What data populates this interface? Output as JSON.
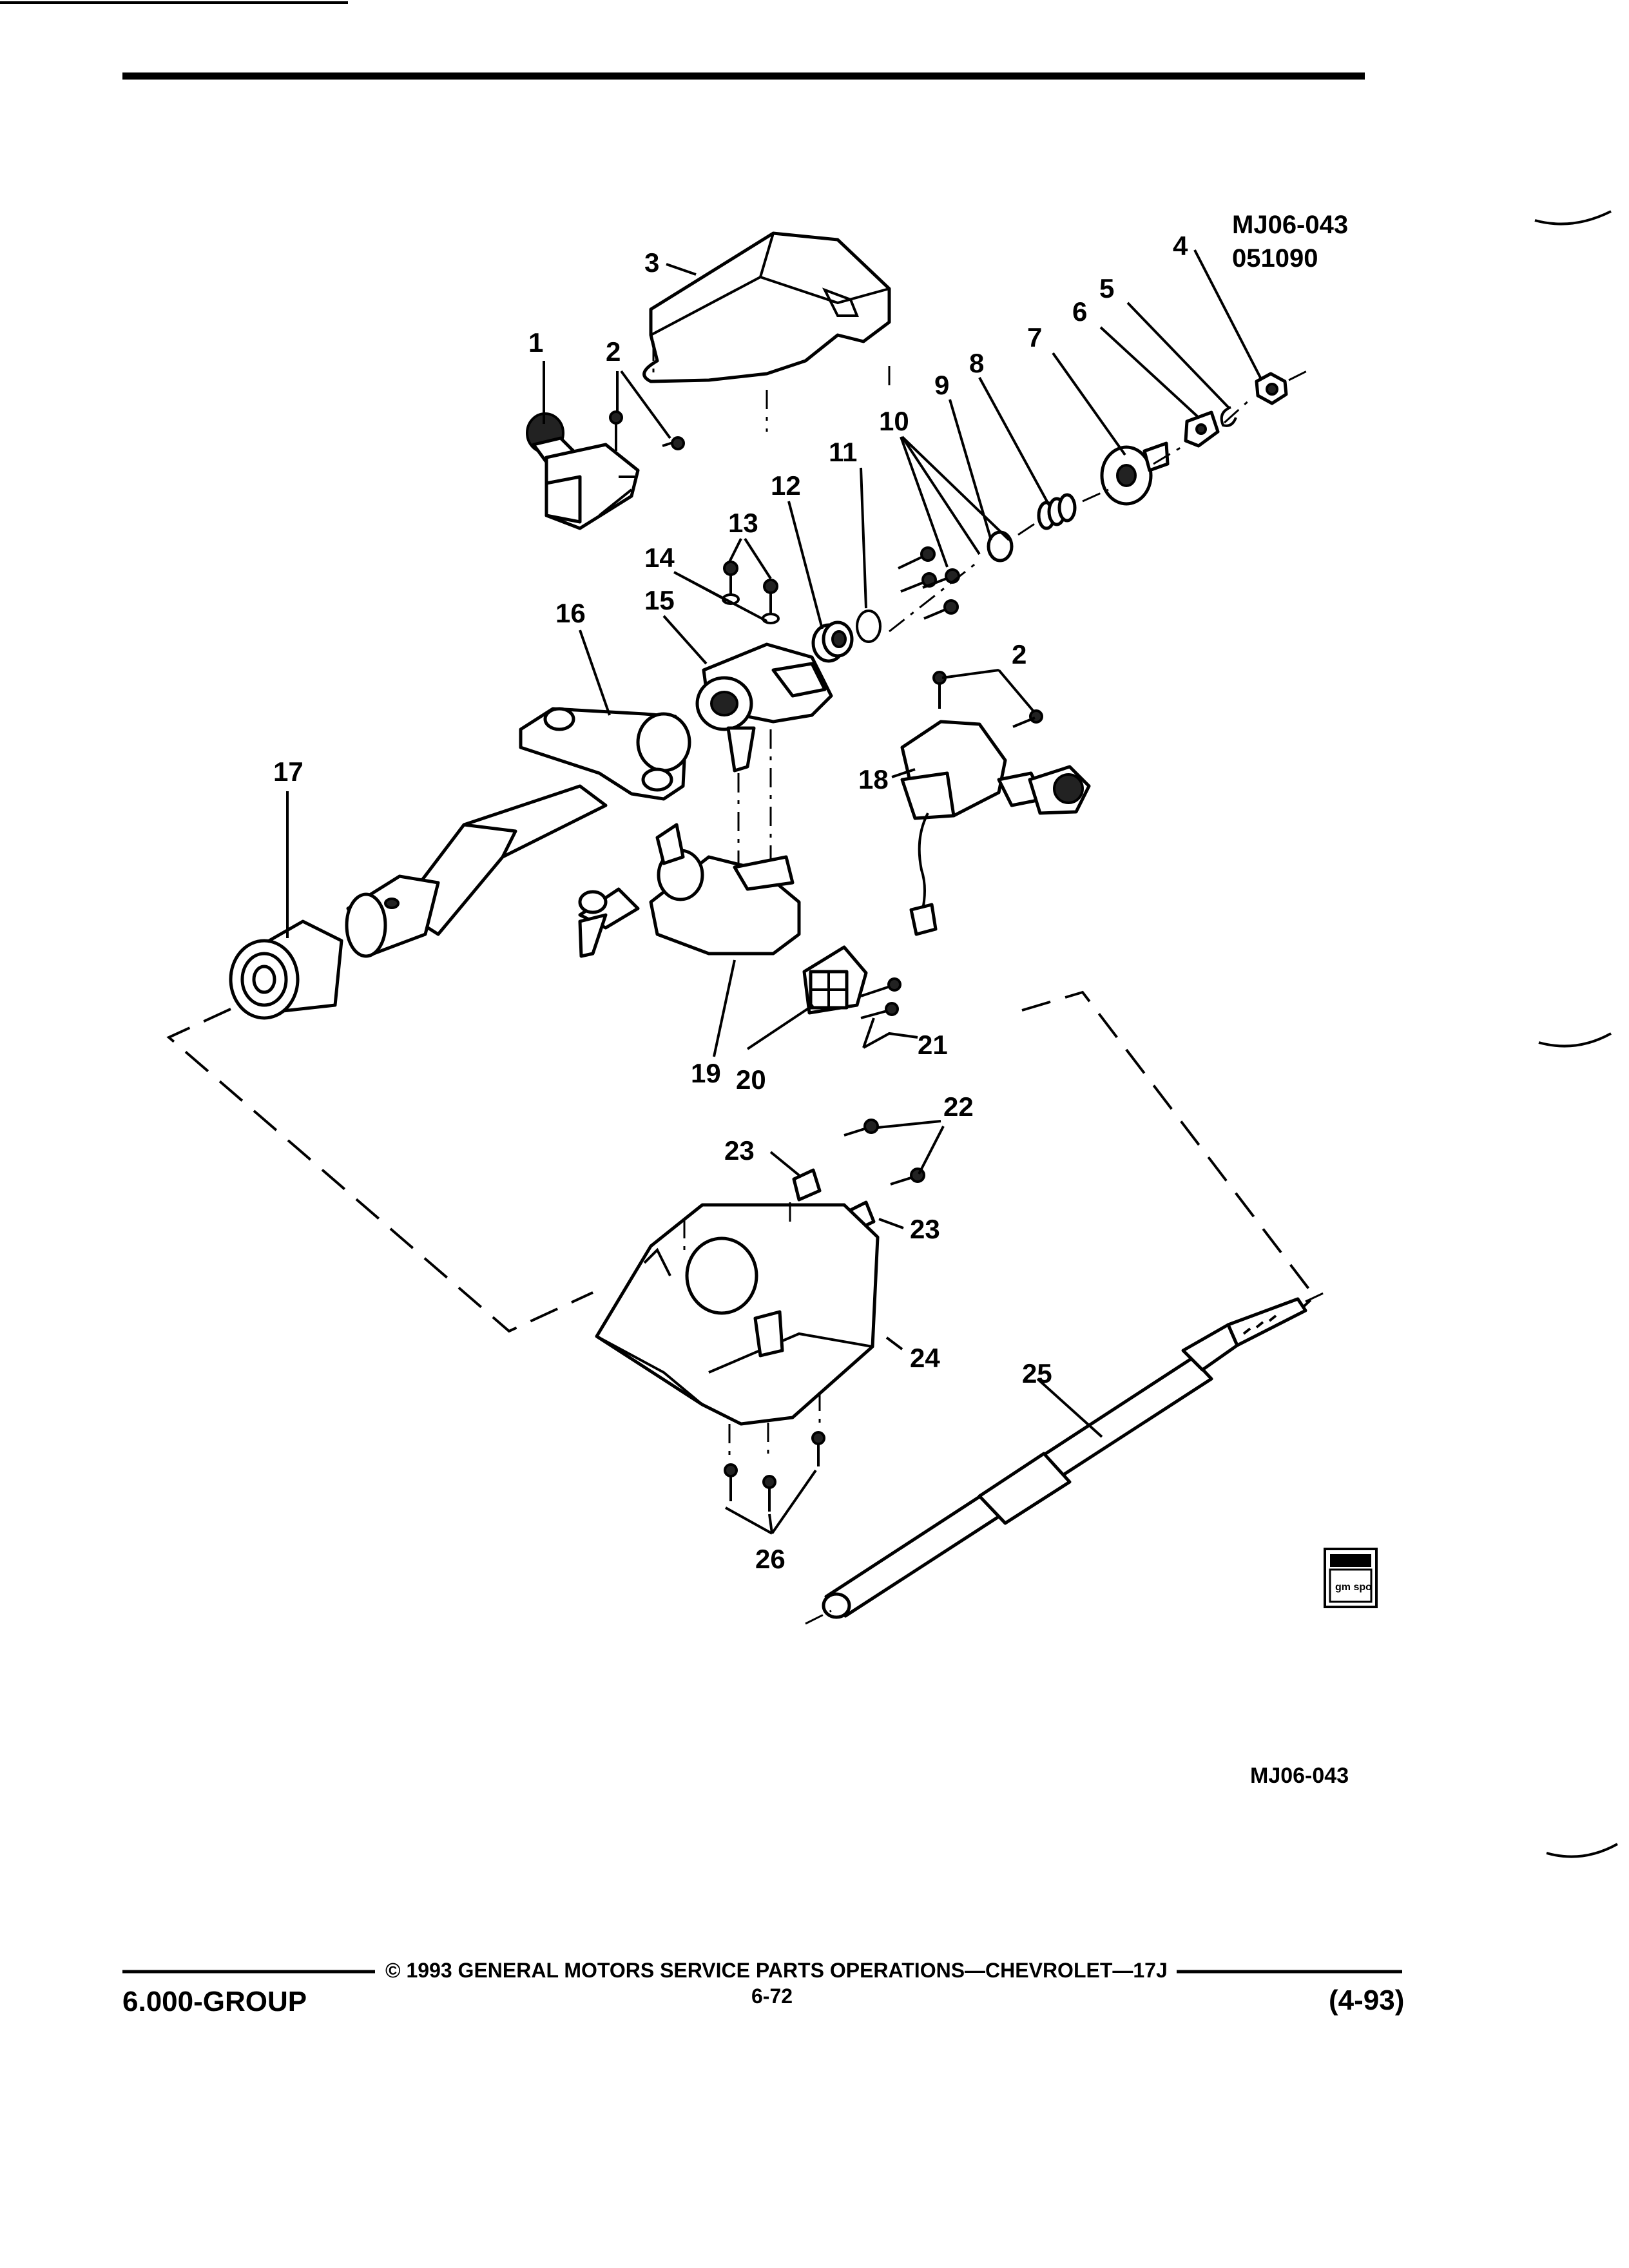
{
  "figure": {
    "code_top": "MJ06-043",
    "date_code": "051090",
    "code_bottom": "MJ06-043",
    "logo_text": "gm spo",
    "callouts": {
      "c1": "1",
      "c2a": "2",
      "c2b": "2",
      "c3": "3",
      "c4": "4",
      "c5": "5",
      "c6": "6",
      "c7": "7",
      "c8": "8",
      "c9": "9",
      "c10": "10",
      "c11": "11",
      "c12": "12",
      "c13": "13",
      "c14": "14",
      "c15": "15",
      "c16": "16",
      "c17": "17",
      "c18": "18",
      "c19": "19",
      "c20": "20",
      "c21": "21",
      "c22": "22",
      "c23a": "23",
      "c23b": "23",
      "c24": "24",
      "c25": "25",
      "c26": "26"
    }
  },
  "footer": {
    "copyright": "© 1993 GENERAL MOTORS SERVICE PARTS OPERATIONS—CHEVROLET—17J",
    "group": "6.000-GROUP",
    "page": "6-72",
    "date": "(4-93)"
  }
}
